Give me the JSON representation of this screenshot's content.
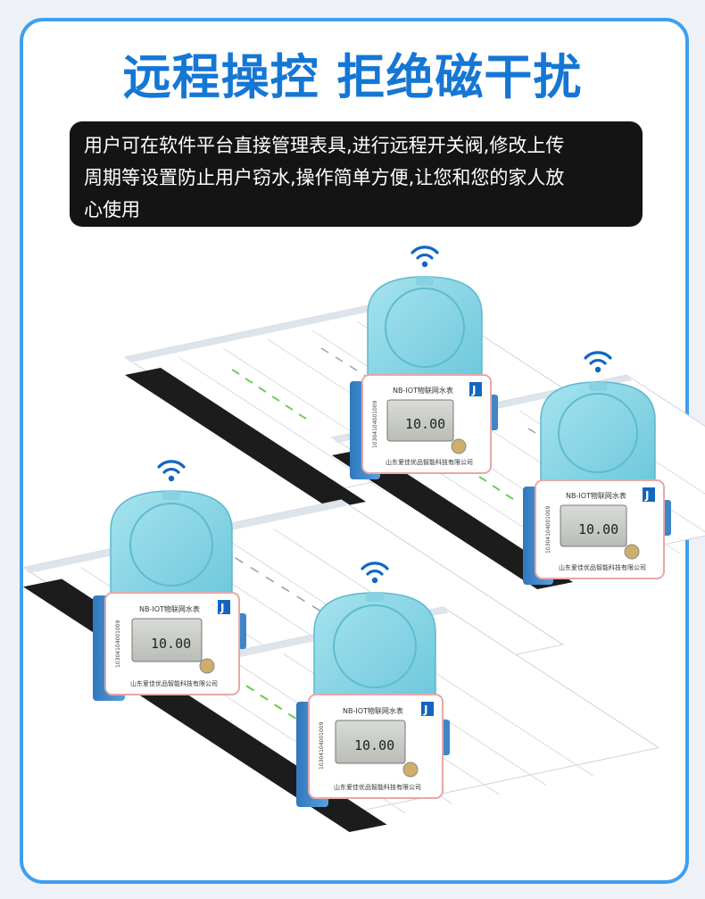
{
  "headline": "远程操控 拒绝磁干扰",
  "description": {
    "line1": "用户可在软件平台直接管理表具,进行远程开关阀,修改上传",
    "line2": "周期等设置防止用户窃水,操作简单方便,让您和您的家人放",
    "line3": "心使用"
  },
  "meter": {
    "model_label": "NB-IOT物联网水表",
    "display_value": "10.00",
    "serial": "10304104001009",
    "maker": "山东爱佳优品智能科技有限公司",
    "logo_letter": "J"
  },
  "colors": {
    "frame": "#3e9ff0",
    "headline": "#1577d4",
    "meter_cover": "#7fd3e4",
    "meter_body": "#3f86c8",
    "wifi": "#1266c2",
    "desc_bg": "#141414"
  },
  "icons": [
    "wifi-icon",
    "logo-icon",
    "valve-knob-icon"
  ]
}
